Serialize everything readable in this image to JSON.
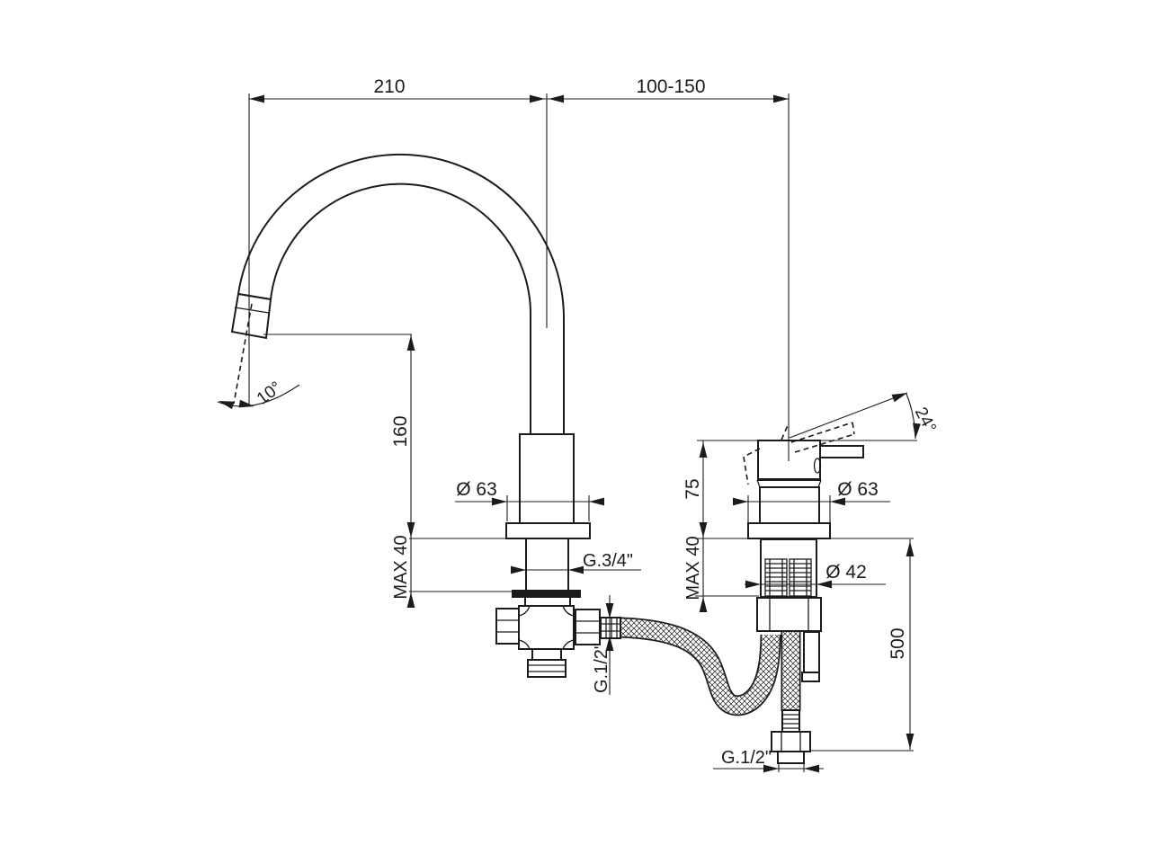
{
  "drawing": {
    "background": "#ffffff",
    "line_color": "#1b1b1b",
    "labels": {
      "dim_210": "210",
      "dim_100_150": "100-150",
      "dim_160": "160",
      "max40_left": "MAX 40",
      "dia63_left": "Ø 63",
      "thread_g34": "G.3/4\"",
      "thread_g12_left": "G.1/2\"",
      "angle_10": "10°",
      "dim_75": "75",
      "dia63_right": "Ø 63",
      "angle_24": "24°",
      "max40_right": "MAX 40",
      "dia42": "Ø 42",
      "dim_500": "500",
      "thread_g12_bottom": "G.1/2\""
    }
  }
}
